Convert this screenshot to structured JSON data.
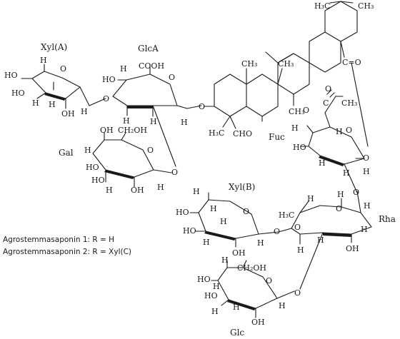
{
  "sugars": {
    "xyl_a": "Xyl(A)",
    "glca": "GlcA",
    "gal": "Gal",
    "fuc": "Fuc",
    "xyl_b": "Xyl(B)",
    "rha": "Rha",
    "glc": "Glc"
  },
  "legend": {
    "line1": "Agrostemmasaponin 1: R = H",
    "line2": "Agrostemmasaponin 2: R = Xyl(C)"
  },
  "groups": {
    "h3c": "H₃C",
    "ch3": "CH₃",
    "cooh": "COOH",
    "ch2oh": "CH₂OH",
    "cho": "CHO",
    "oh": "OH",
    "ho": "HO",
    "h": "H",
    "o": "O",
    "c": "C",
    "c_eq_o": "C=O"
  }
}
